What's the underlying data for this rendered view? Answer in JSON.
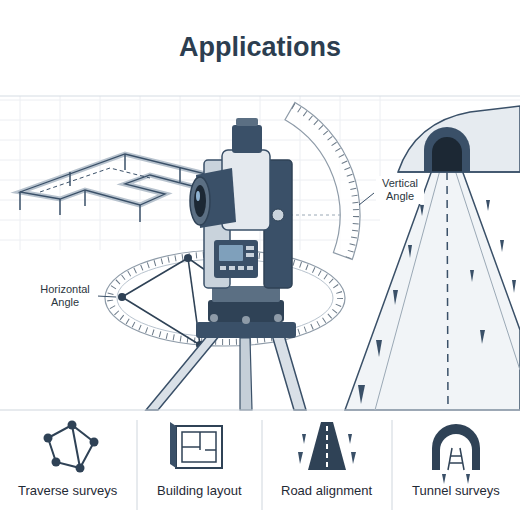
{
  "diagram": {
    "title": "Applications",
    "labels": [
      "Vertical Angle",
      "Horizontal Angle",
      "Traverse surveys",
      "Building layout",
      "Road alignment",
      "Tunnel surveys"
    ]
  }
}
